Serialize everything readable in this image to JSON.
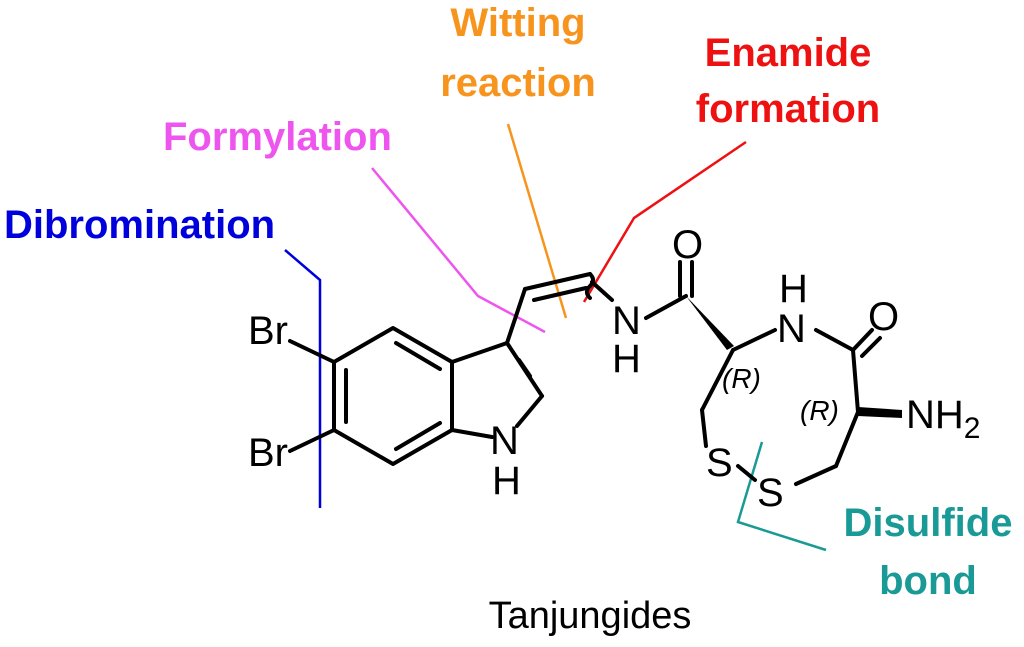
{
  "title": "Tanjungides",
  "annotations": {
    "dibromination": {
      "text": "Dibromination",
      "color": "#0000dd"
    },
    "formylation": {
      "text": "Formylation",
      "color": "#ee55ee"
    },
    "witting": {
      "line1": "Witting",
      "line2": "reaction",
      "color": "#f7941d"
    },
    "enamide": {
      "line1": "Enamide",
      "line2": "formation",
      "color": "#ee1111"
    },
    "disulfide": {
      "line1": "Disulfide",
      "line2": "bond",
      "color": "#1a9a96"
    }
  },
  "atoms": {
    "br1": "Br",
    "br2": "Br",
    "indole_n": "N",
    "indole_h": "H",
    "amide_n": "N",
    "amide_h": "H",
    "amide_o": "O",
    "ring_nh_h": "H",
    "ring_nh_n": "N",
    "ring_o": "O",
    "nh2": "NH",
    "nh2_sub": "2",
    "s1": "S",
    "s2": "S"
  },
  "stereo": {
    "r1": "(R)",
    "r2": "(R)"
  }
}
